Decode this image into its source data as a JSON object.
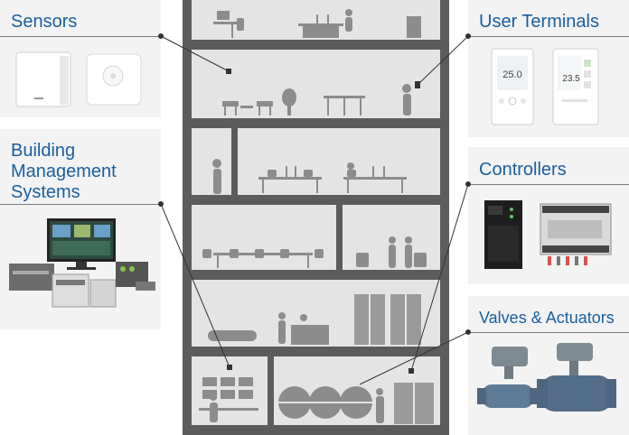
{
  "categories": {
    "sensors": {
      "label": "Sensors"
    },
    "bms": {
      "label_lines": [
        "Building",
        "Management",
        "Systems"
      ]
    },
    "user_terminals": {
      "label": "User Terminals",
      "display_values": [
        "25.0",
        "23.5"
      ]
    },
    "controllers": {
      "label": "Controllers"
    },
    "valves": {
      "label": "Valves & Actuators"
    }
  },
  "colors": {
    "title_blue": "#1a5f9e",
    "building_frame": "#5c5c5c",
    "floor_fill": "#e4e4e4",
    "furniture": "#8c8c8c",
    "panel_bg": "#f3f3f3",
    "connector": "#333333"
  }
}
